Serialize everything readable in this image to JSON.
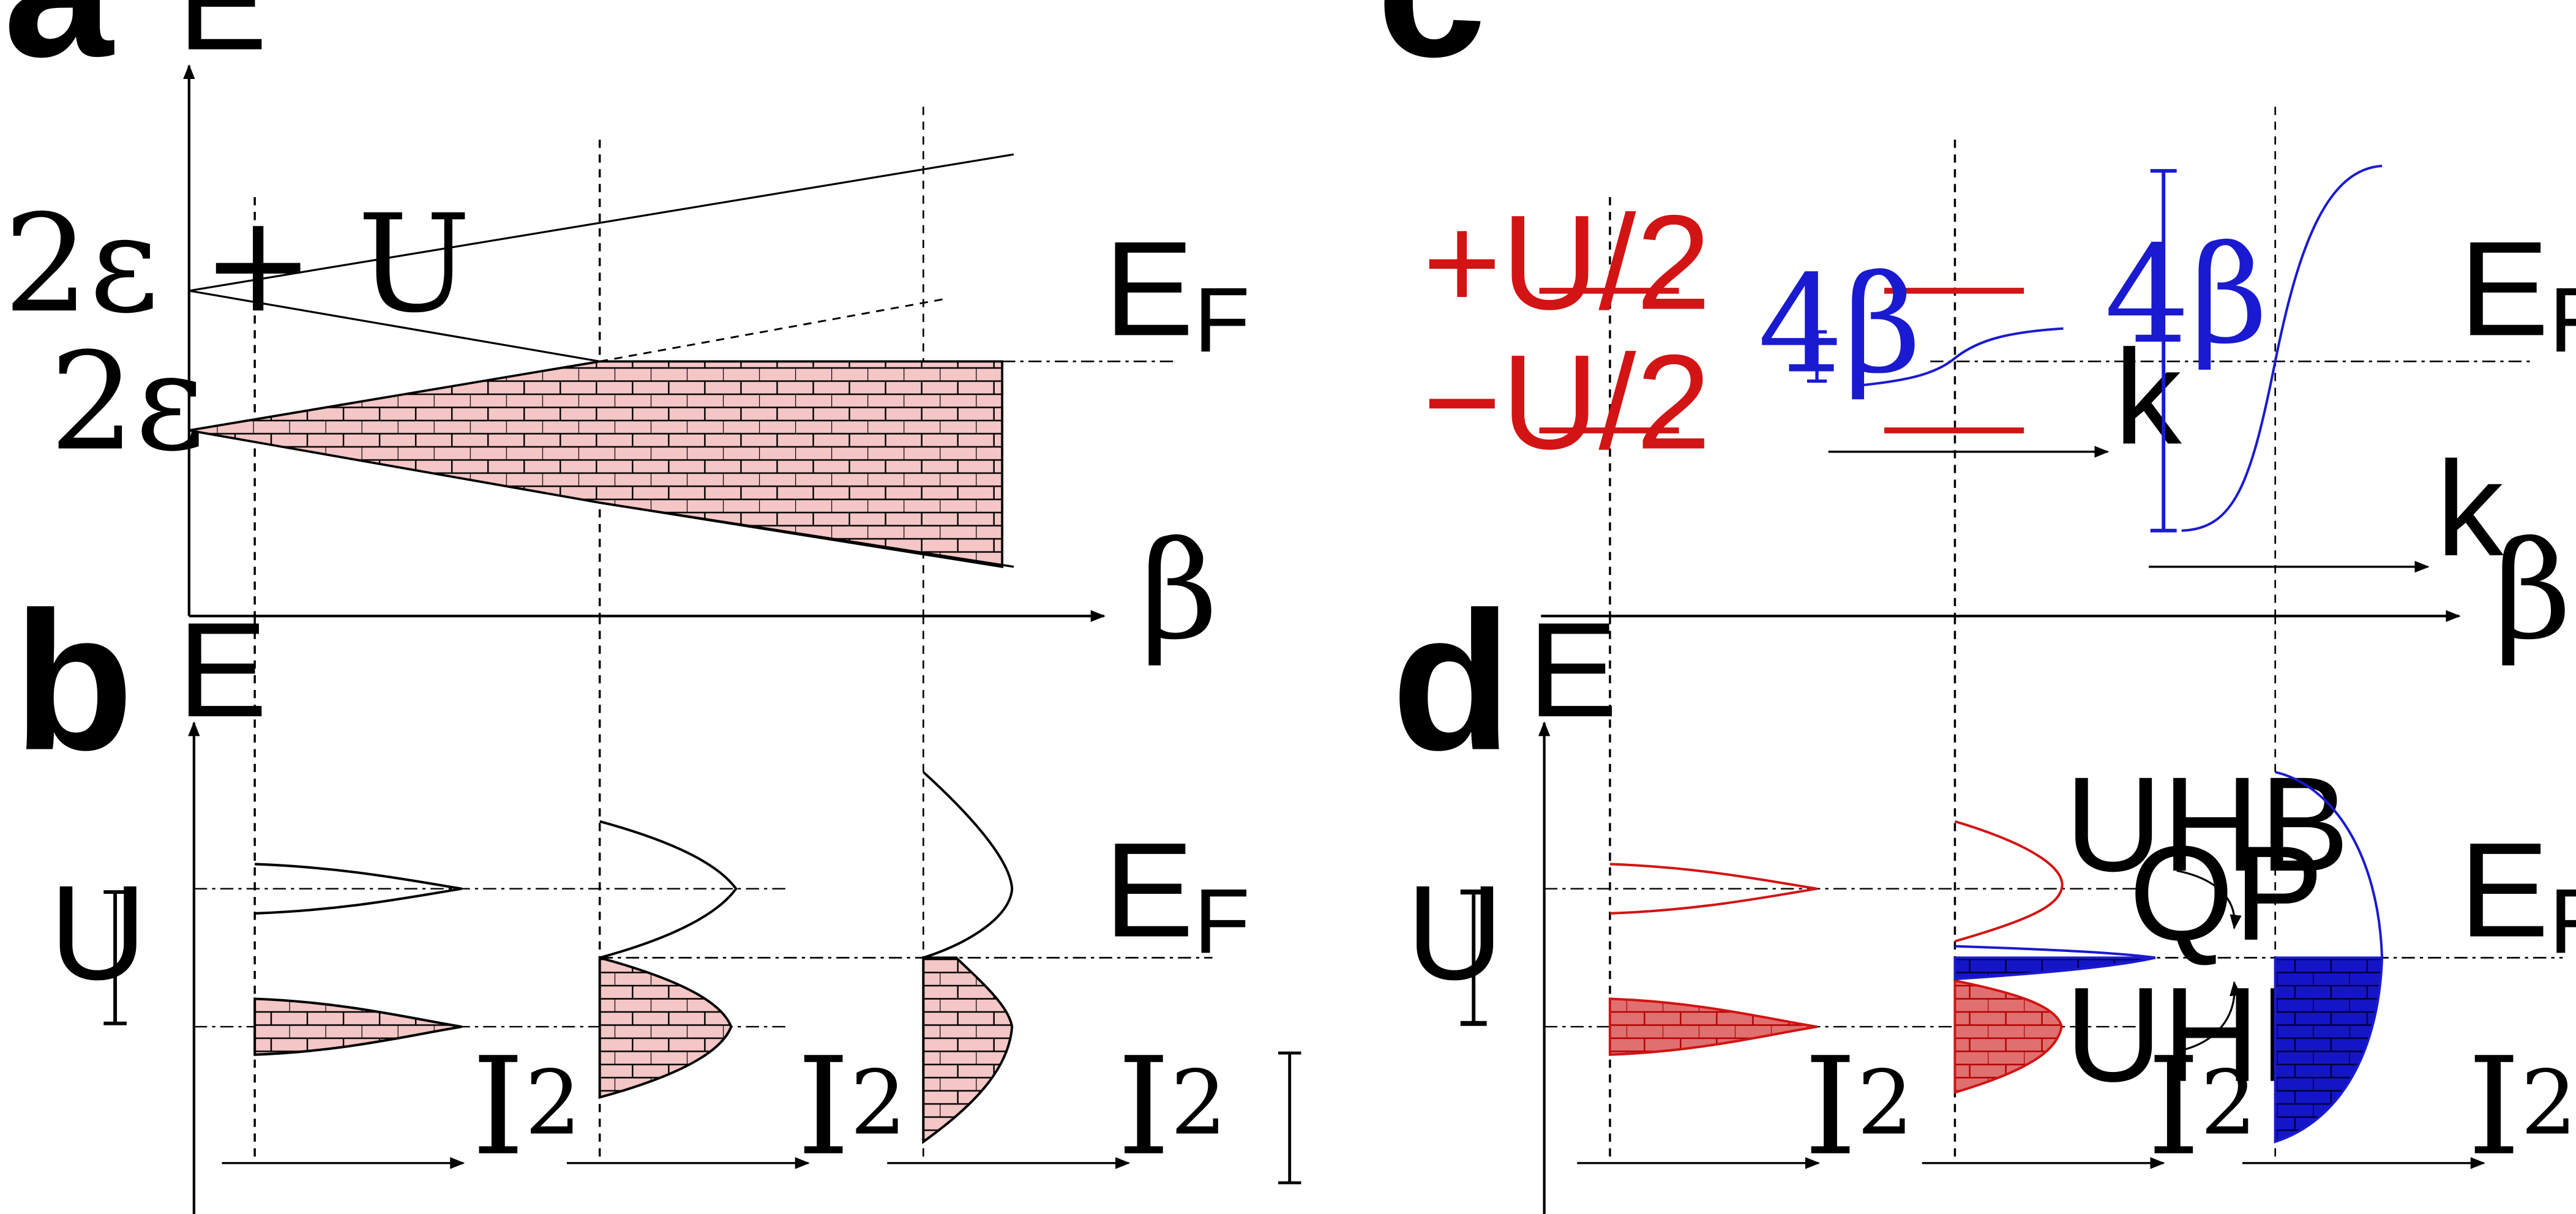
{
  "panels": {
    "a": {
      "letter": "a",
      "y_axis": "E",
      "x_axis": "β",
      "level_upper": "2ε + U",
      "level_lower": "2ε",
      "fermi_main": "E",
      "fermi_sub": "F"
    },
    "b": {
      "letter": "b",
      "y_axis": "E",
      "gap_label": "U",
      "intensity_main": "I",
      "intensity_exp": "2",
      "fermi_main": "E",
      "fermi_sub": "F"
    },
    "c": {
      "letter": "c",
      "x_axis": "β",
      "level_plus": "+U/2",
      "level_minus": "−U/2",
      "bandwidth_small": "4β",
      "bandwidth_large": "4β",
      "k_label": "k",
      "fermi_main": "E",
      "fermi_sub": "F"
    },
    "d": {
      "letter": "d",
      "y_axis": "E",
      "gap_label": "U",
      "upper_band": "UHB",
      "lower_band": "UHB",
      "quasiparticle": "QP",
      "intensity_main": "I",
      "intensity_exp": "2",
      "fermi_main": "E",
      "fermi_sub": "F"
    }
  },
  "colors": {
    "ink": "#000000",
    "pink_fill": "#f4c6c6",
    "red": "#d21414",
    "red_fill": "#e07070",
    "blue": "#1a1ad0",
    "blue_fill": "#1515c8"
  }
}
